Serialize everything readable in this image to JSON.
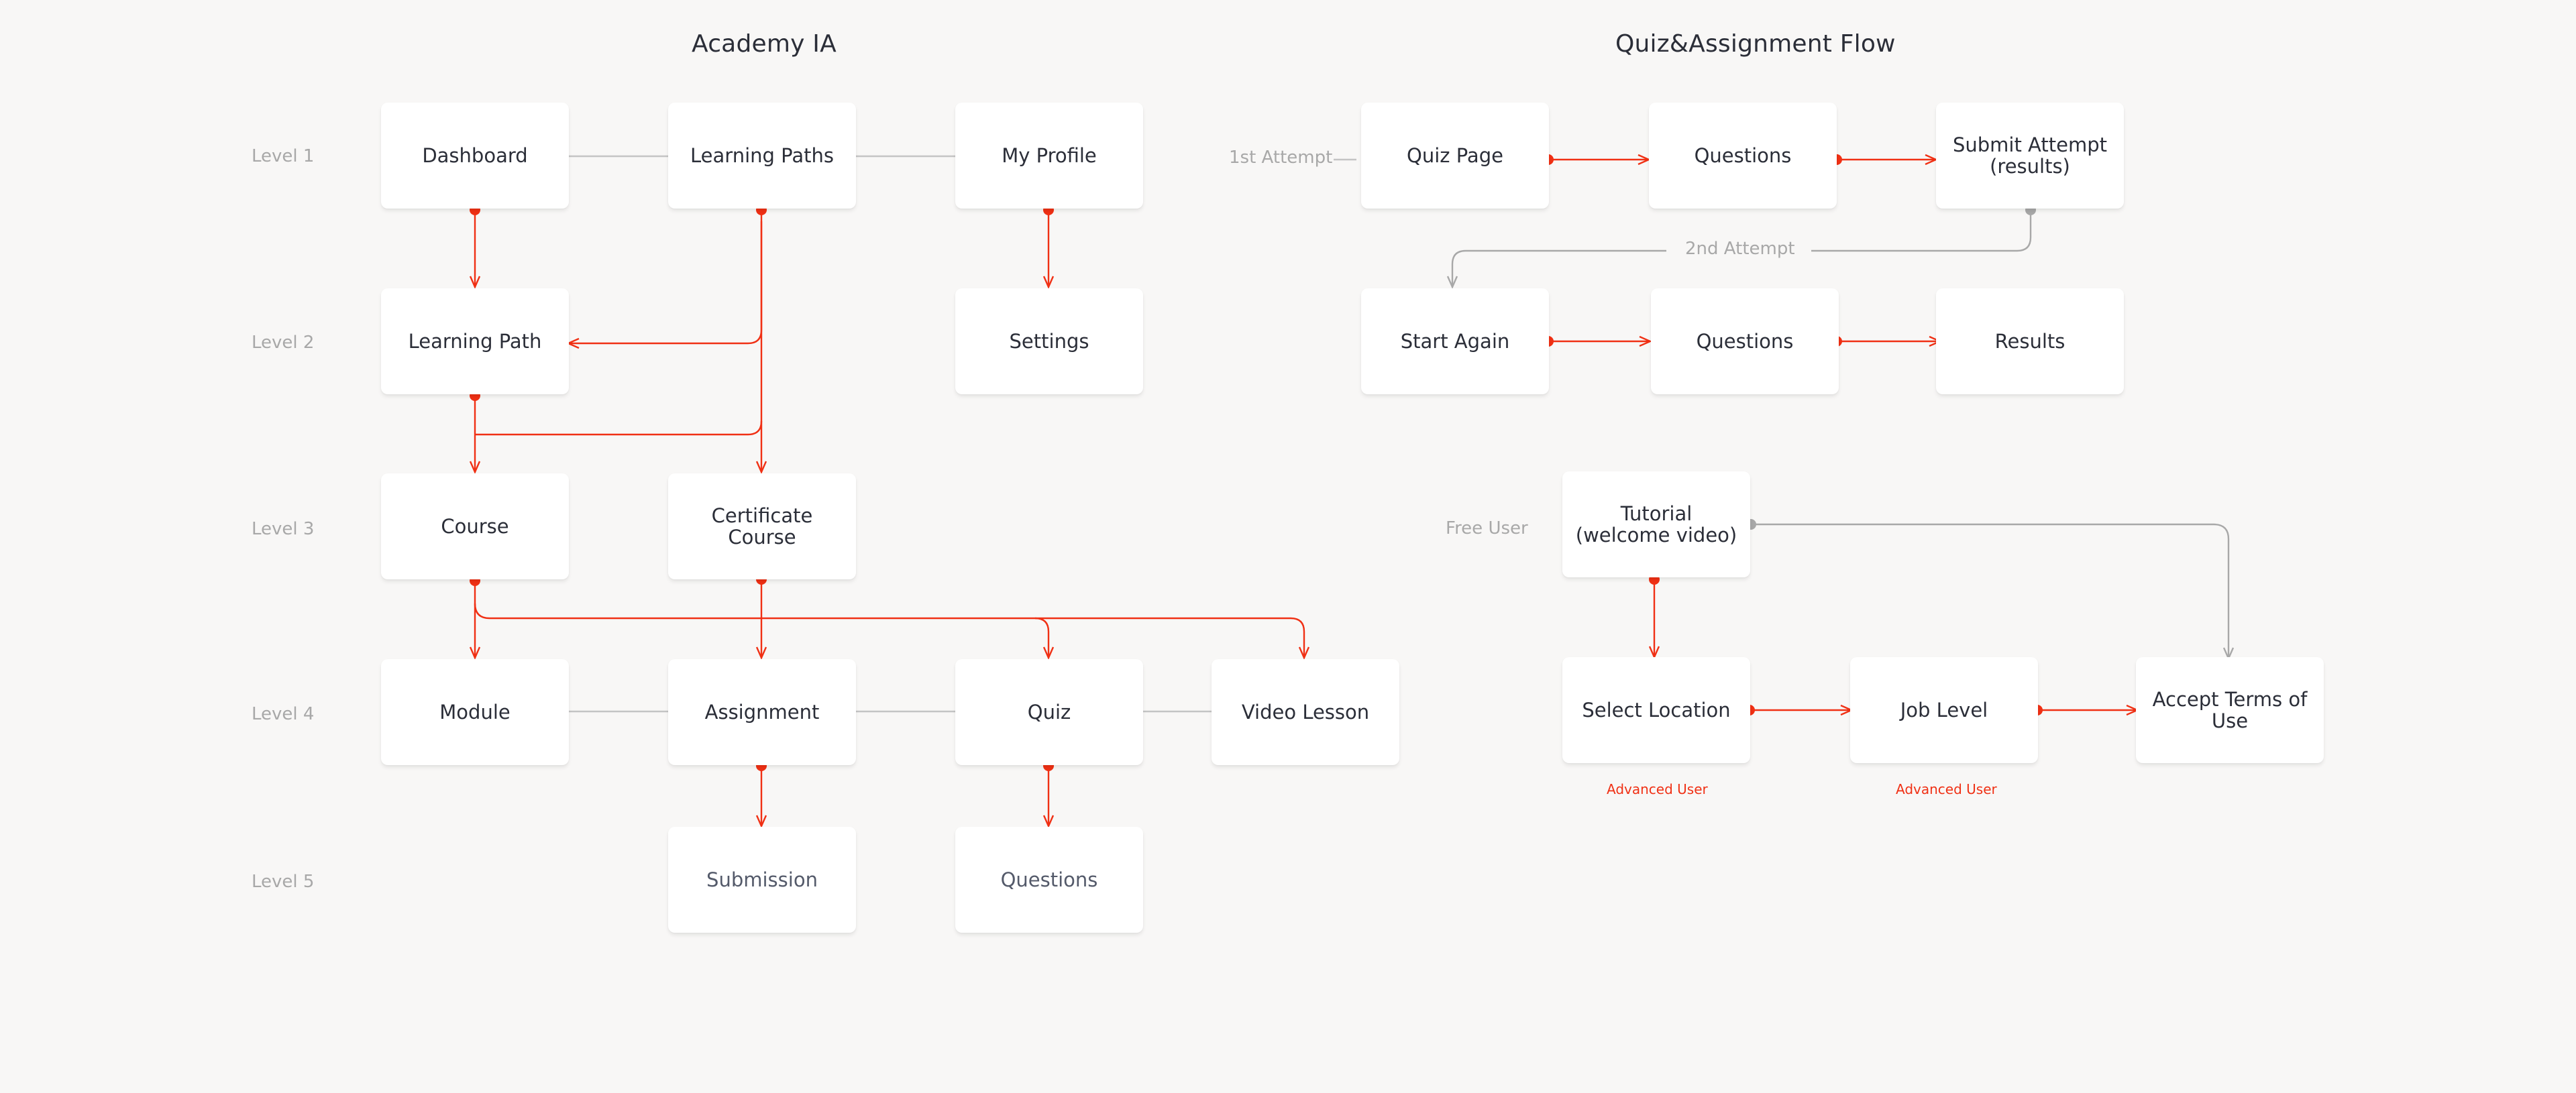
{
  "titles": {
    "academy": "Academy IA",
    "quiz": "Quiz&Assignment Flow"
  },
  "levels": {
    "l1": "Level 1",
    "l2": "Level 2",
    "l3": "Level 3",
    "l4": "Level 4",
    "l5": "Level 5"
  },
  "academy": {
    "dashboard": "Dashboard",
    "learning_paths": "Learning Paths",
    "my_profile": "My Profile",
    "learning_path": "Learning Path",
    "settings": "Settings",
    "course": "Course",
    "certificate_course": "Certificate\nCourse",
    "module": "Module",
    "assignment": "Assignment",
    "quiz": "Quiz",
    "video_lesson": "Video Lesson",
    "submission": "Submission",
    "questions": "Questions"
  },
  "flow": {
    "first_attempt_label": "1st Attempt",
    "second_attempt_label": "2nd Attempt",
    "free_user_label": "Free User",
    "quiz_page": "Quiz Page",
    "questions_1": "Questions",
    "submit_attempt": "Submit Attempt\n(results)",
    "start_again": "Start Again",
    "questions_2": "Questions",
    "results": "Results",
    "tutorial": "Tutorial\n(welcome video)",
    "select_location": "Select Location",
    "job_level": "Job Level",
    "accept_terms": "Accept Terms of\nUse",
    "advanced_user_1": "Advanced User",
    "advanced_user_2": "Advanced User"
  },
  "colors": {
    "accent": "#f03014",
    "line_gray": "#c4c4c4",
    "label_gray": "#a8a8a8",
    "background": "#f8f7f6",
    "node": "#ffffff",
    "text": "#2b2e38"
  }
}
